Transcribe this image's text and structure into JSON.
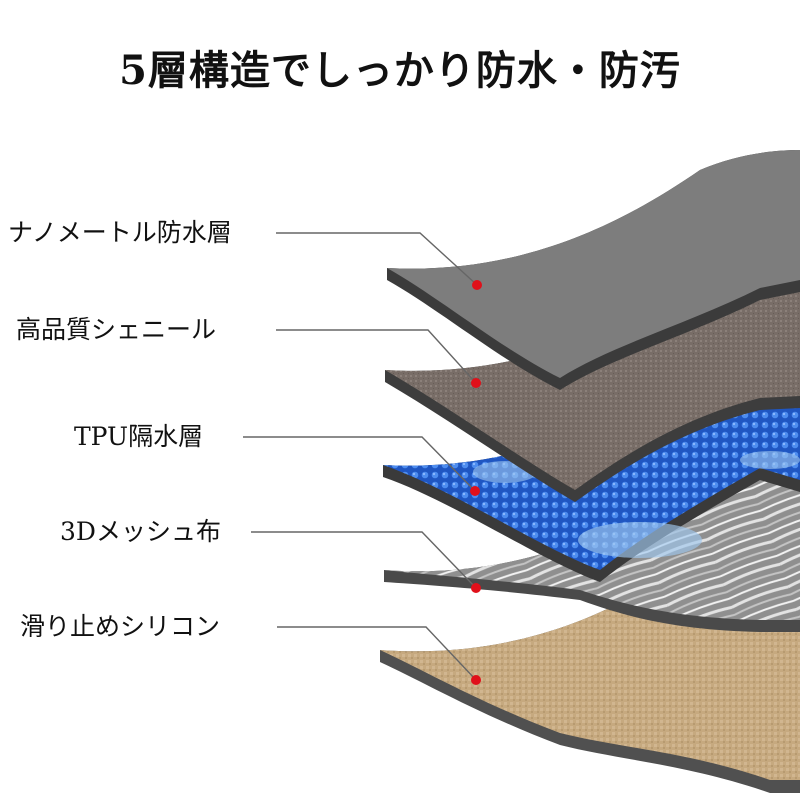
{
  "title": "5層構造でしっかり防水・防汚",
  "layers": [
    {
      "label": "ナノメートル防水層",
      "color": "#7b7b7b"
    },
    {
      "label": "高品質シェニール",
      "color": "#7d726c"
    },
    {
      "label": "TPU隔水層",
      "color": "#2f6fd6"
    },
    {
      "label": "3Dメッシュ布",
      "color": "#9c9c9c"
    },
    {
      "label": "滑り止めシリコン",
      "color": "#c8aa80"
    }
  ],
  "marker_color": "#e0101a"
}
